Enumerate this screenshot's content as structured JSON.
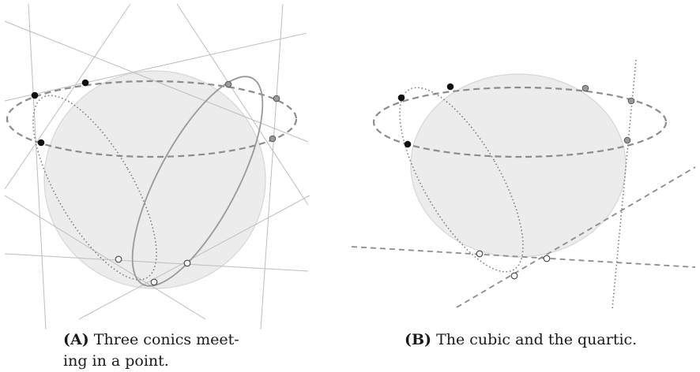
{
  "figure": {
    "panels": [
      {
        "id": "A",
        "caption_label": "(A)",
        "caption_line1": "Three conics meet-",
        "caption_line2": "ing in a point."
      },
      {
        "id": "B",
        "caption_label": "(B)",
        "caption_text": "The cubic and the quartic."
      }
    ],
    "colors": {
      "disk_fill": "#ececec",
      "disk_stroke": "#d6d6d6",
      "dashed_conic": "#8c8c8c",
      "dotted_conic": "#7a7a7a",
      "solid_conic": "#999999",
      "thin_lines": "#bdbdbd",
      "black_points": "#111111",
      "gray_points": "#9a9a9a",
      "white_points": "#ffffff"
    }
  }
}
